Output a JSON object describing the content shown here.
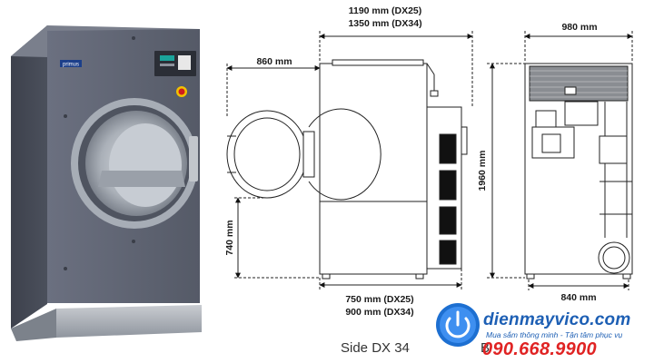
{
  "panel": {
    "brand_label": "primus"
  },
  "dimensions": {
    "width_top_1": "1190 mm (DX25)",
    "width_top_2": "1350 mm (DX34)",
    "door_depth": "860 mm",
    "height_total": "1960 mm",
    "door_height": "740 mm",
    "depth_bottom_1": "750 mm (DX25)",
    "depth_bottom_2": "900 mm (DX34)",
    "back_width": "980 mm",
    "back_base": "840 mm"
  },
  "captions": {
    "side": "Side DX 34",
    "back": "B"
  },
  "logo": {
    "brand": "dienmayvico.com",
    "tagline": "Mua sắm thông minh - Tận tâm phục vụ",
    "hotline": "090.668.9900"
  },
  "colors": {
    "body": "#5d6270",
    "brand_blue": "#1d5fb4",
    "hotline_red": "#e02323"
  }
}
